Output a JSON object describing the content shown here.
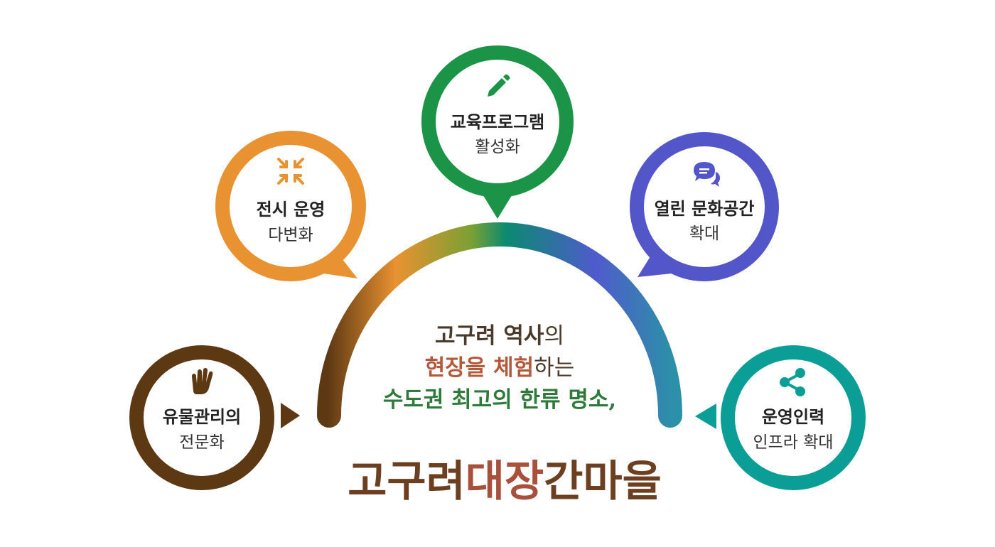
{
  "colors": {
    "brown": "#5c3813",
    "orange": "#e99231",
    "green": "#1b9448",
    "indigo": "#5256c8",
    "teal": "#0b9e96",
    "arc_stops": [
      "#5c3813",
      "#e99231",
      "#7aa034",
      "#0b8a70",
      "#4f5bcc",
      "#2c90a8"
    ]
  },
  "nodes": [
    {
      "key": "artifact",
      "title": "유물관리의",
      "subtitle": "전문화",
      "icon": "hand-icon",
      "color": "#5c3813"
    },
    {
      "key": "exhibition",
      "title": "전시 운영",
      "subtitle": "다변화",
      "icon": "compress-arrows-icon",
      "color": "#e99231"
    },
    {
      "key": "education",
      "title": "교육프로그램",
      "subtitle": "활성화",
      "icon": "pencil-icon",
      "color": "#1b9448"
    },
    {
      "key": "culture",
      "title": "열린 문화공간",
      "subtitle": "확대",
      "icon": "chat-bubbles-icon",
      "color": "#5256c8"
    },
    {
      "key": "staff",
      "title": "운영인력",
      "subtitle": "인프라 확대",
      "icon": "share-icon",
      "color": "#0b9e96"
    }
  ],
  "center": {
    "line1": {
      "a": "고구려 역사",
      "b": "의"
    },
    "line2": {
      "a": "현장을 체험",
      "b": "하는"
    },
    "line3": "수도권 최고의 한류 명소,",
    "brand": {
      "a": "고구려",
      "b": "대장",
      "c": "간마을"
    }
  },
  "text_colors": {
    "dark": "#4a3a2a",
    "rust": "#b4593b",
    "green": "#2e7a3a",
    "brand_brown": "#6b3f1f",
    "brand_red": "#a8503c"
  }
}
